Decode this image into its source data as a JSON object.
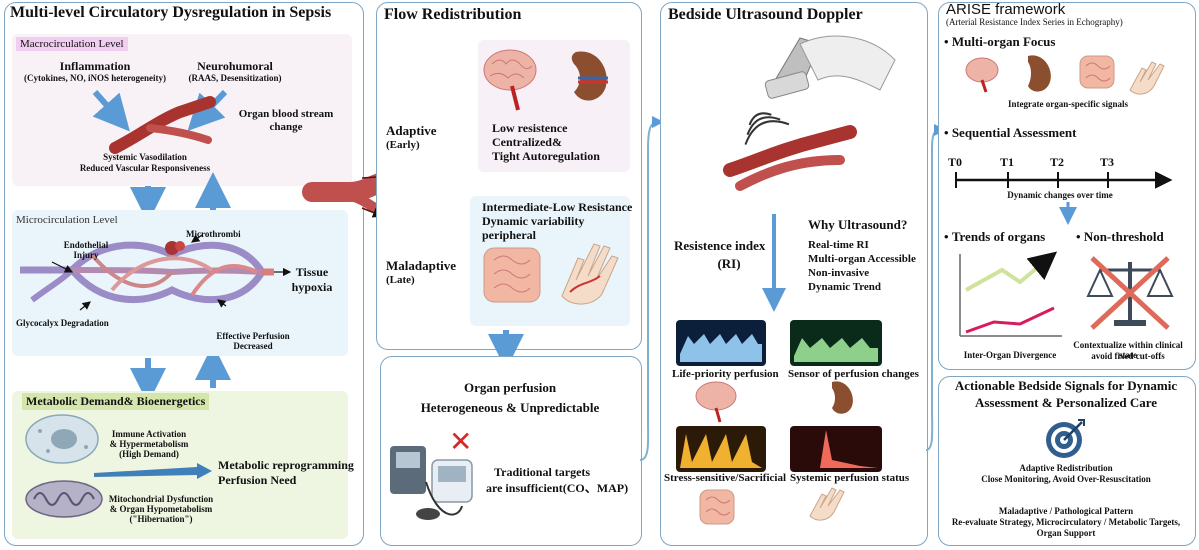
{
  "panel1": {
    "title": "Multi-level Circulatory Dysregulation in Sepsis",
    "macro": {
      "label": "Macrocirculation Level",
      "inflammation": "Inflammation",
      "inflammation_sub": "(Cytokines, NO, iNOS heterogeneity)",
      "neurohumoral": "Neurohumoral",
      "neurohumoral_sub": "(RAAS, Desensitization)",
      "organ_change_1": "Organ blood stream",
      "organ_change_2": "change",
      "vaso_1": "Systemic Vasodilation",
      "vaso_2": "Reduced Vascular Responsiveness"
    },
    "micro": {
      "label": "Microcirculation Level",
      "endothelial_1": "Endothelial",
      "endothelial_2": "Injury",
      "microthrombi": "Microthrombi",
      "tissue_1": "Tissue",
      "tissue_2": "hypoxia",
      "glyco": "Glycocalyx Degradation",
      "perf_1": "Effective Perfusion",
      "perf_2": "Decreased"
    },
    "metabolic": {
      "label": "Metabolic Demand& Bioenergetics",
      "immune_1": "Immune Activation",
      "immune_2": "& Hypermetabolism",
      "immune_3": "(High Demand)",
      "reprog_1": "Metabolic reprogramming",
      "reprog_2": "Perfusion Need",
      "mito_1": "Mitochondrial Dysfunction",
      "mito_2": "& Organ Hypometabolism",
      "mito_3": "(\"Hibernation\")"
    }
  },
  "panel2": {
    "title": "Flow Redistribution",
    "adaptive": "Adaptive",
    "adaptive_sub": "(Early)",
    "maladaptive": "Maladaptive",
    "maladaptive_sub": "(Late)",
    "low_1": "Low resistence",
    "low_2": "Centralized&",
    "low_3": "Tight Autoregulation",
    "mid_1": "Intermediate-Low Resistance",
    "mid_2": "Dynamic variability",
    "mid_3": "peripheral",
    "perf_1": "Organ perfusion",
    "perf_2": "Heterogeneous & Unpredictable",
    "trad_1": "Traditional targets",
    "trad_2": "are insufficient(CO、MAP)"
  },
  "panel3": {
    "title": "Bedside Ultrasound Doppler",
    "ri_1": "Resistence index",
    "ri_2": "(RI)",
    "why": "Why Ultrasound?",
    "reasons": [
      "Real-time RI",
      "Multi-organ Accessible",
      "Non-invasive",
      "Dynamic Trend"
    ],
    "wave_labels": [
      "Life-priority perfusion",
      "Sensor of perfusion changes",
      "Stress-sensitive/Sacrificial",
      "Systemic perfusion status"
    ]
  },
  "panel4": {
    "title": "ARISE framework",
    "subtitle": "(Arterial Resistance Index Series in Echography)",
    "multi": "Multi-organ Focus",
    "integrate": "Integrate organ-specific signals",
    "sequential": "Sequential Assessment",
    "timepoints": [
      "T0",
      "T1",
      "T2",
      "T3"
    ],
    "dynamic": "Dynamic changes over time",
    "trends": "Trends of organs",
    "nonthreshold": "Non-threshold",
    "divergence": "Inter-Organ Divergence",
    "context_1": "Contextualize within clinical state",
    "context_2": "avoid fixed cut-offs"
  },
  "panel5": {
    "title_1": "Actionable Bedside Signals for Dynamic",
    "title_2": "Assessment & Personalized Care",
    "adaptive_1": "Adaptive Redistribution",
    "adaptive_2": "Close Monitoring, Avoid Over-Resuscitation",
    "mal_1": "Maladaptive / Pathological Pattern",
    "mal_2": "Re-evaluate Strategy, Microcirculatory / Metabolic Targets,",
    "mal_3": "Organ Support"
  },
  "colors": {
    "panel_border": "#7fa6c4",
    "arrow_blue": "#5b9bd5",
    "vessel_red": "#c0504d",
    "macro_bg": "#f8f2f6",
    "micro_bg": "#eaf5fb",
    "metabolic_bg": "#eef5e1"
  },
  "icons": [
    "brain-icon",
    "kidney-icon",
    "intestine-icon",
    "hand-icon",
    "blood-pressure-monitor-icon",
    "ultrasound-probe-icon",
    "target-icon",
    "balance-scale-icon",
    "cell-icon",
    "mitochondria-icon"
  ]
}
